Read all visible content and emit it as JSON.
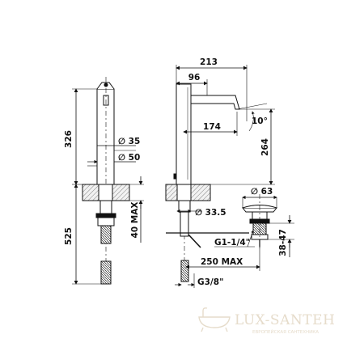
{
  "diagram": {
    "front_view": {
      "height_total": "326",
      "diameter_top": "∅ 35",
      "diameter_base": "∅ 50",
      "below_deck_length": "525",
      "max_deck_thickness": "40 MAX"
    },
    "side_view": {
      "overall_width": "213",
      "body_width": "96",
      "spout_reach": "174",
      "spout_angle": "10°",
      "spout_height": "264",
      "hole_diameter": "∅ 33.5",
      "pipe_thread": "G3/8\""
    },
    "waste_valve": {
      "diameter": "∅ 63",
      "thread": "G1-1/4\"",
      "max_length": "250 MAX",
      "height_range": "38-47"
    }
  },
  "watermark": {
    "brand": "LUX-SANTEH",
    "tagline": "ЕВРОПЕЙСКАЯ САНТЕХНИКА"
  }
}
